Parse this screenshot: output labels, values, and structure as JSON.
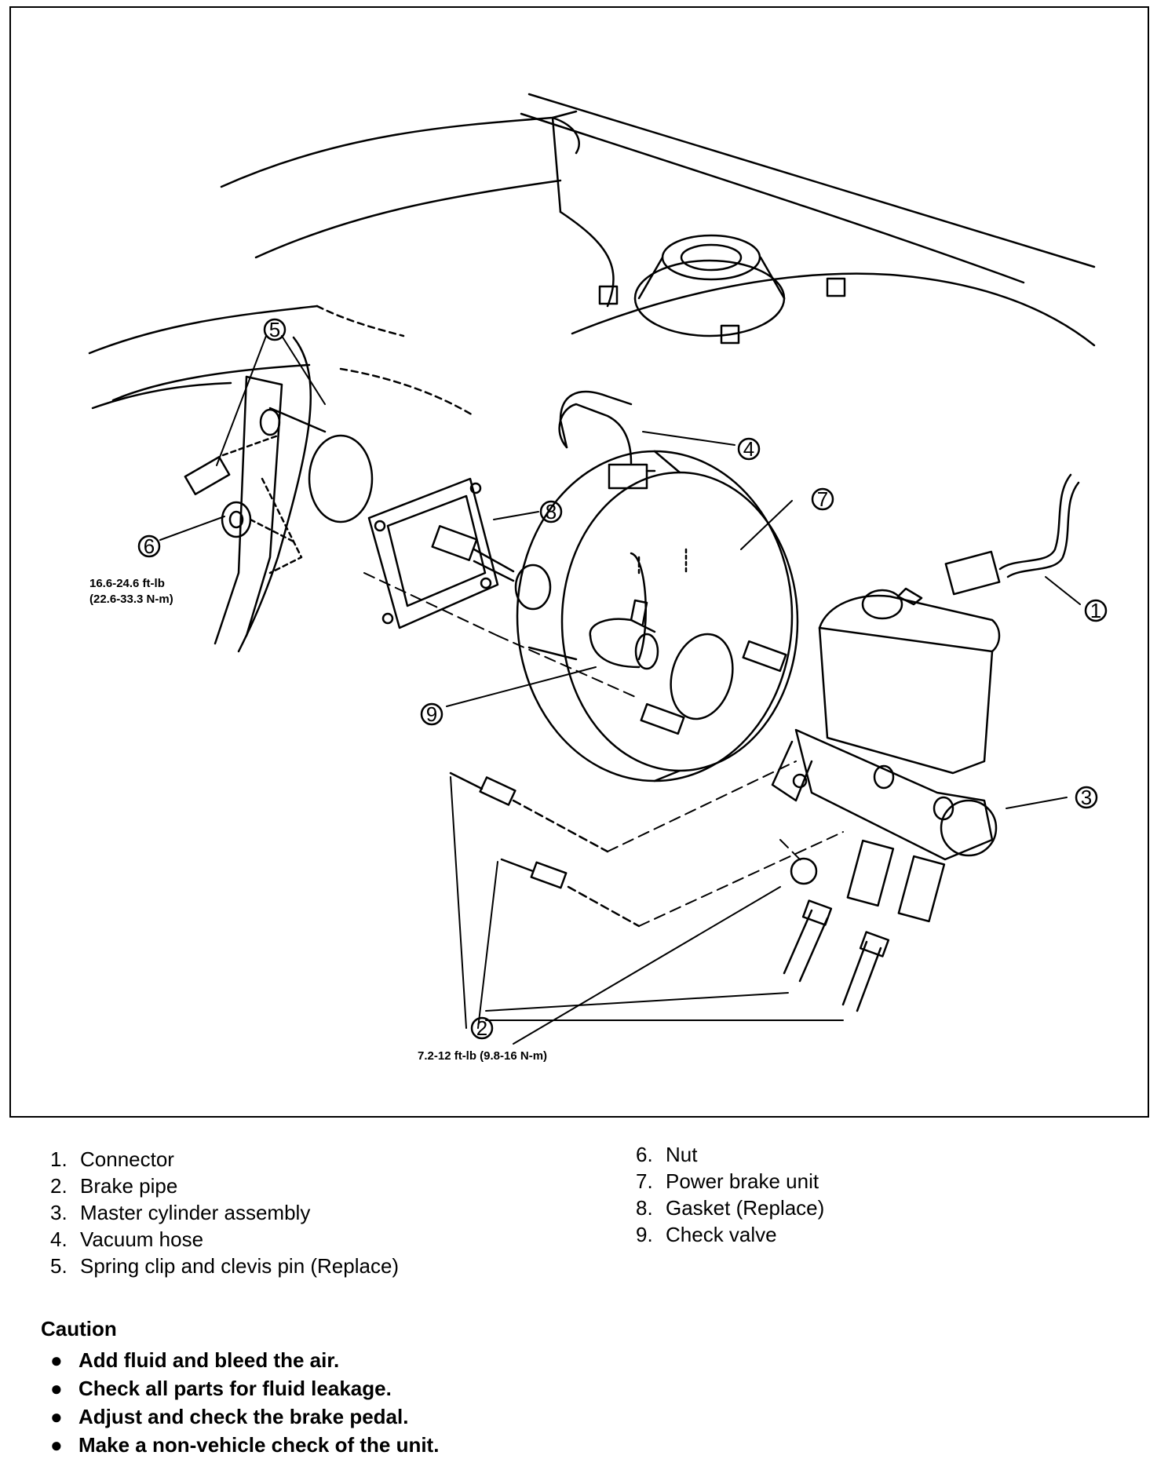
{
  "diagram": {
    "callouts": [
      "1",
      "2",
      "3",
      "4",
      "5",
      "6",
      "7",
      "8",
      "9"
    ],
    "torque_nut": [
      "16.6-24.6 ft-lb",
      "(22.6-33.3 N-m)"
    ],
    "torque_pipe": "7.2-12 ft-lb (9.8-16 N-m)"
  },
  "legend": {
    "left": [
      {
        "num": "1.",
        "text": "Connector"
      },
      {
        "num": "2.",
        "text": "Brake pipe"
      },
      {
        "num": "3.",
        "text": "Master cylinder assembly"
      },
      {
        "num": "4.",
        "text": "Vacuum hose"
      },
      {
        "num": "5.",
        "text": "Spring clip and clevis pin (Replace)"
      }
    ],
    "right": [
      {
        "num": "6.",
        "text": "Nut"
      },
      {
        "num": "7.",
        "text": "Power brake unit"
      },
      {
        "num": "8.",
        "text": "Gasket (Replace)"
      },
      {
        "num": "9.",
        "text": "Check valve"
      }
    ]
  },
  "caution": {
    "title": "Caution",
    "items": [
      "Add fluid and bleed the air.",
      "Check all parts for fluid leakage.",
      "Adjust and check the brake pedal.",
      "Make a non-vehicle check of the unit."
    ]
  }
}
